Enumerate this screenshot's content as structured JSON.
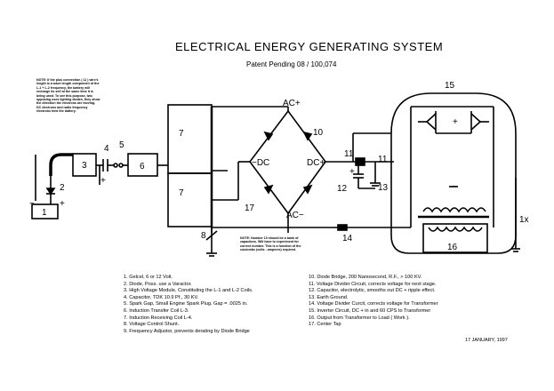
{
  "title": "ELECTRICAL ENERGY GENERATING SYSTEM",
  "subtitle": "Patent Pending 08 / 100,074",
  "top_note": "NOTE: If the plus connection ( 11 ) wire's length is a wave length component of the L-1 + L-2 frequency, the battery will recharge its self at the same time it is being used. To see this purpose, two opposing uses lighting diodes, they show the direction the electrons are moving. DC electrons and radio frequency electrons feed the battery.",
  "mid_note": "NOTE: Number 10 should be a bank of capacitors. Will have to experiment for correct number. This is a function of the coulombs (volts - amperes) required.",
  "labels": {
    "ac_plus": "AC+",
    "ac_minus": "AC−",
    "dc_minus": "−DC",
    "dc_plus": "DC+",
    "n1": "1",
    "n2": "2",
    "n3": "3",
    "n4": "4",
    "n5": "5",
    "n6": "6",
    "n7a": "7",
    "n7b": "7",
    "n8": "8",
    "n10": "10",
    "n11a": "11",
    "n11b": "11",
    "n12": "12",
    "n13": "13",
    "n14": "14",
    "n15": "15",
    "n16": "16",
    "n17": "17",
    "n1x": "1x",
    "plus": "+",
    "minus": "−"
  },
  "legend_left": [
    "1. Gelcel, 6 or 12 Volt.",
    "2. Diode, Poss. use a Varactor.",
    "3. High Voltage Module, Constituting the L-1 and L-2 Coils.",
    "4. Capacitor, TDK 10.9 Pf., 30 KV.",
    "5. Spark Gap, Small Engine Spark Plug. Gap = .0025 in.",
    "6. Induction Transfer Coil L-3.",
    "7. Induction Receiving Coil L-4.",
    "8. Voltage Control Shunt.",
    "9. Frequency Adjustor, prevents derating by Diode Bridge"
  ],
  "legend_right": [
    "10. Diode Bridge, 200 Nanosecond, R.F., > 100 KV.",
    "11. Voltage Divider Circuit, corrects voltage for next stage.",
    "12. Capacitor, electrolytic, smooths out DC + ripple effect.",
    "13. Earth Ground.",
    "14. Voltage Divider Curcit, corrects voltage for Transformer",
    "15. Inverter Circuit, DC + in and 60 CPS to Transformer",
    "16. Output from Transformer to Load ( Work ).",
    "17. Center Tap"
  ],
  "date": "17 JANUARY, 1997"
}
